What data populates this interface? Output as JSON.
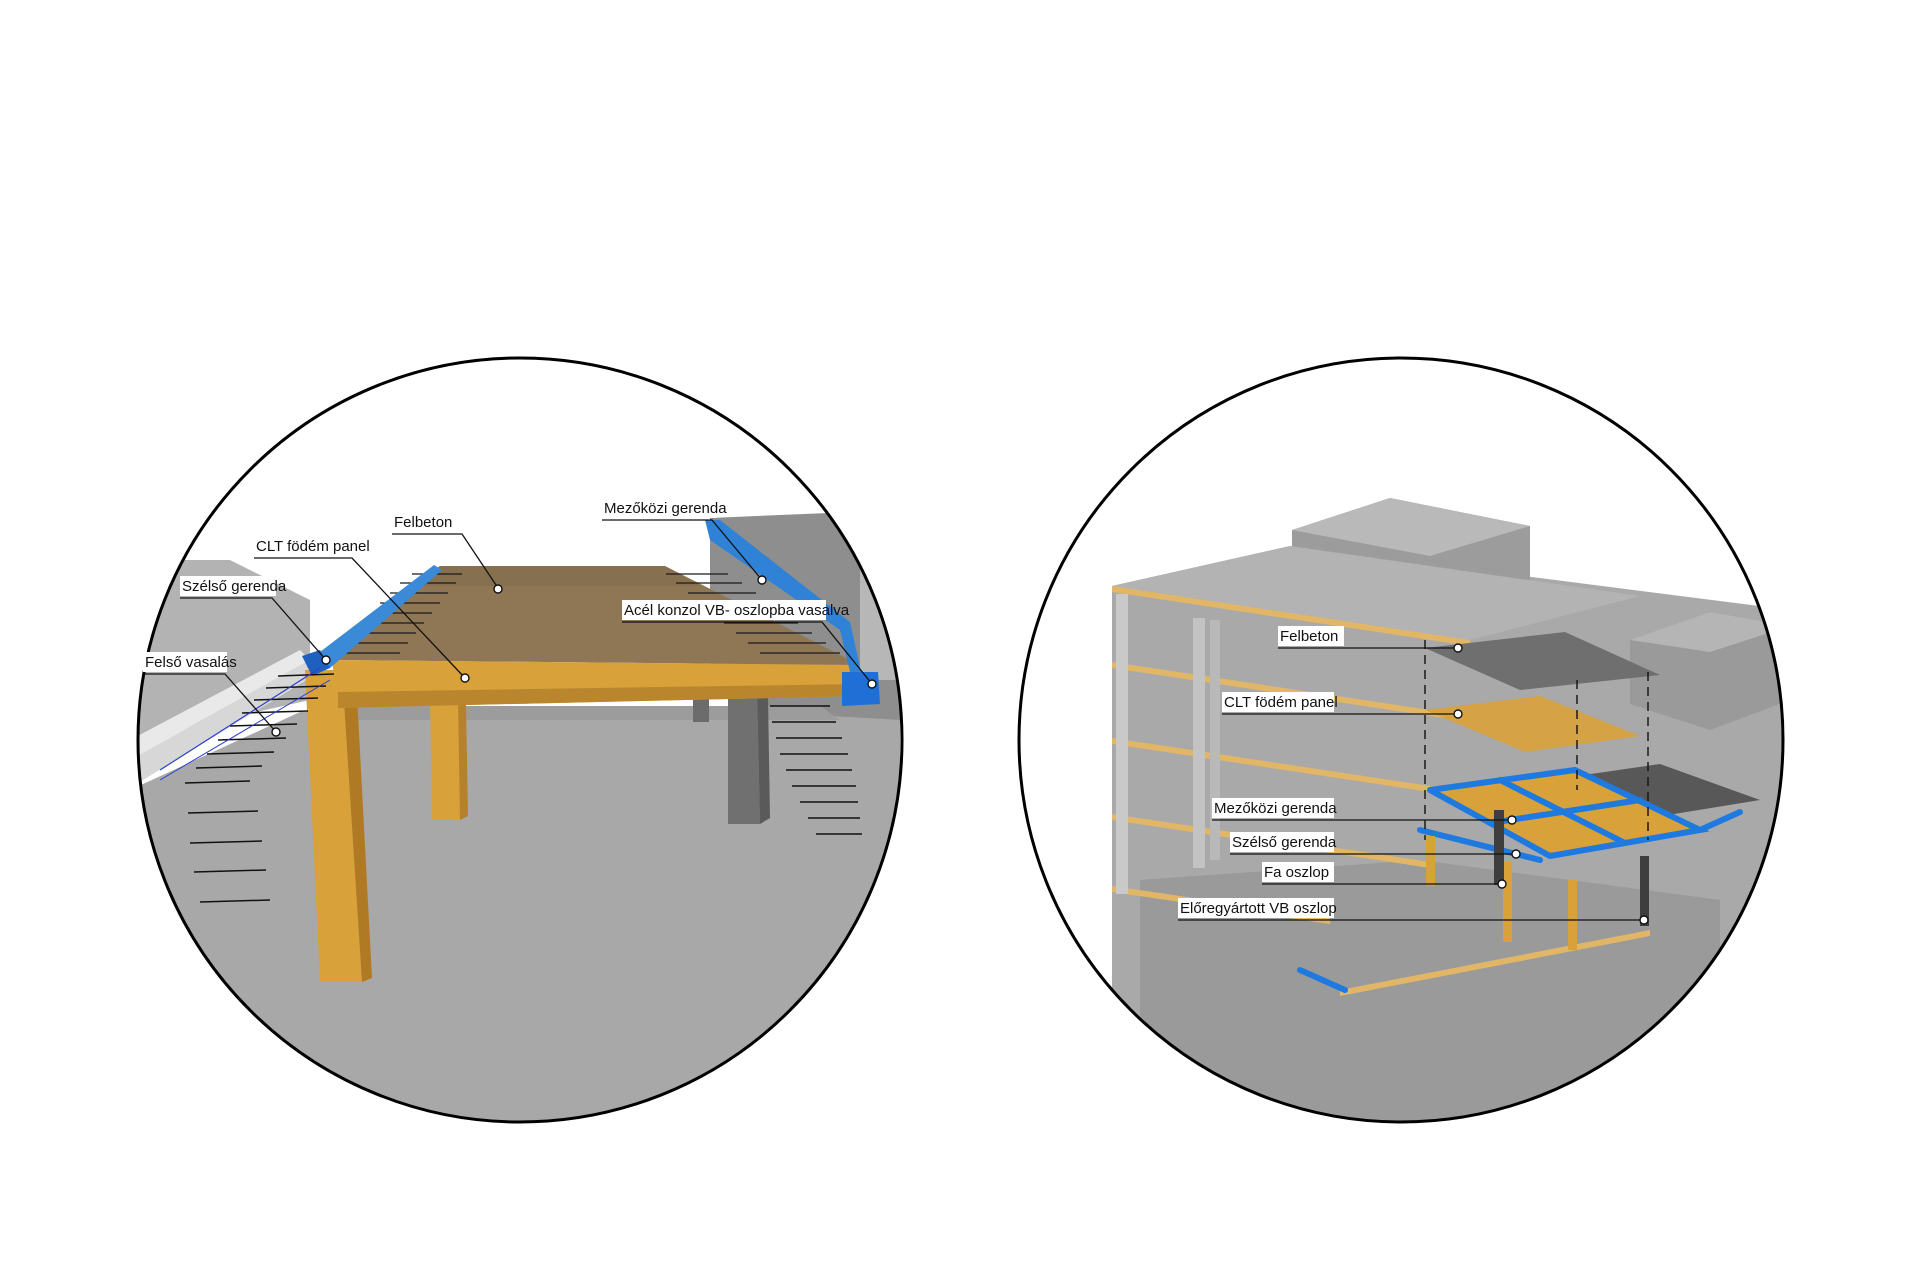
{
  "detail_view": {
    "labels": {
      "felbeton": "Felbeton",
      "mezokozi_gerenda": "Mezőközi gerenda",
      "clt_fodem_panel": "CLT födém panel",
      "szelso_gerenda": "Szélső gerenda",
      "acel_konzol": "Acél konzol VB- oszlopba vasalva",
      "felso_vasalas": "Felső vasalás"
    }
  },
  "building_view": {
    "labels": {
      "felbeton": "Felbeton",
      "clt_fodem_panel": "CLT födém panel",
      "mezokozi_gerenda": "Mezőközi gerenda",
      "szelso_gerenda": "Szélső gerenda",
      "fa_oszlop": "Fa oszlop",
      "eloregyartott_vb_oszlop": "Előregyártott VB oszlop"
    }
  },
  "colors": {
    "timber": "#d9a13a",
    "concrete": "#8a8a8a",
    "steel": "#1f6fd6",
    "background_gray": "#a9a9a9"
  }
}
